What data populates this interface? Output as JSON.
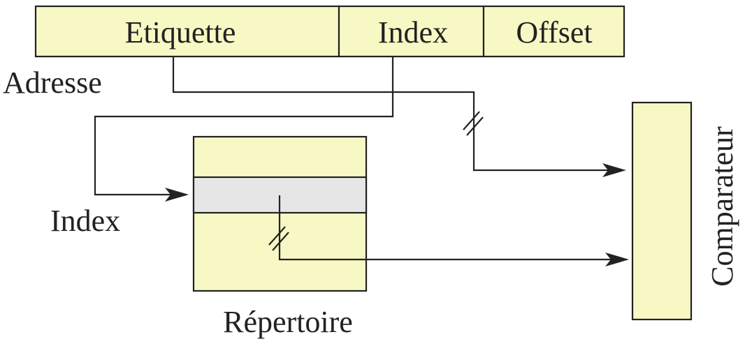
{
  "address_fields": [
    {
      "key": "tag",
      "label": "Etiquette"
    },
    {
      "key": "index",
      "label": "Index"
    },
    {
      "key": "offset",
      "label": "Offset"
    }
  ],
  "labels": {
    "address": "Adresse",
    "index_input": "Index",
    "directory": "Répertoire",
    "comparator": "Comparateur"
  },
  "colors": {
    "box_fill": "#f7f8c4",
    "selected_row_fill": "#e6e6e6",
    "line": "#222222"
  }
}
